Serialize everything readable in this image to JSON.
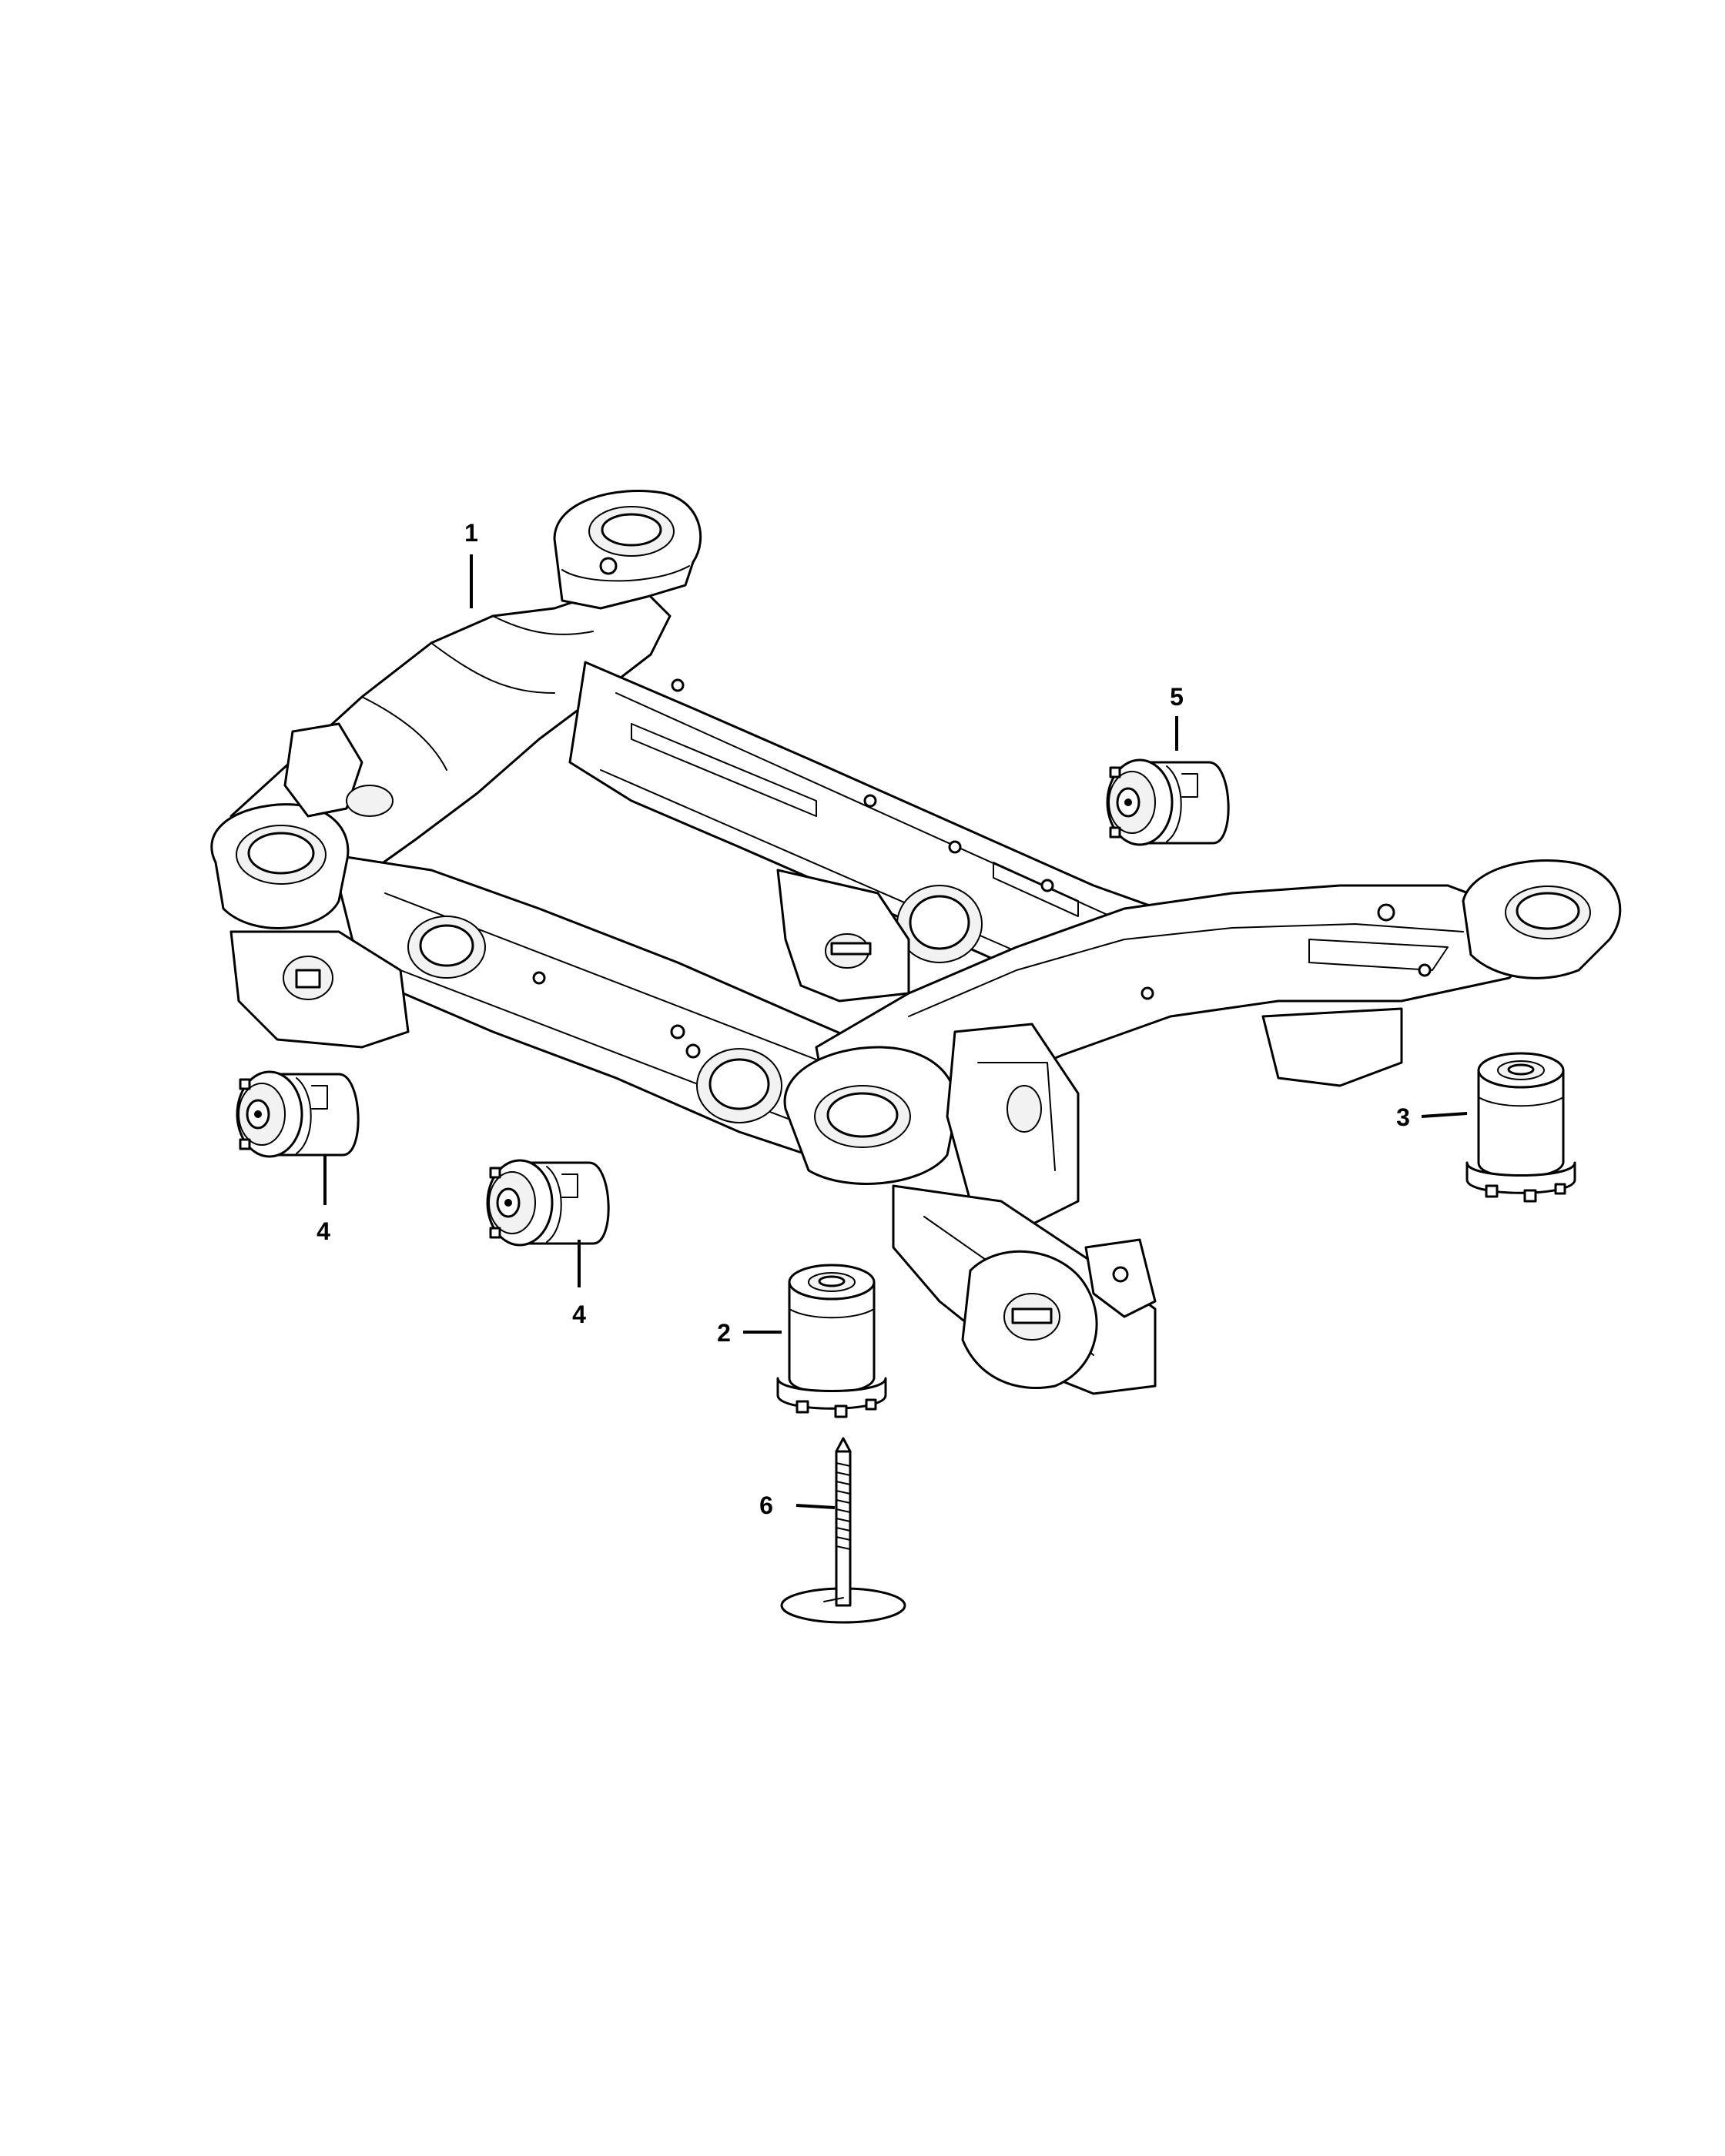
{
  "callouts": {
    "c1": "1",
    "c2": "2",
    "c3": "3",
    "c4a": "4",
    "c4b": "4",
    "c5": "5",
    "c6": "6"
  }
}
